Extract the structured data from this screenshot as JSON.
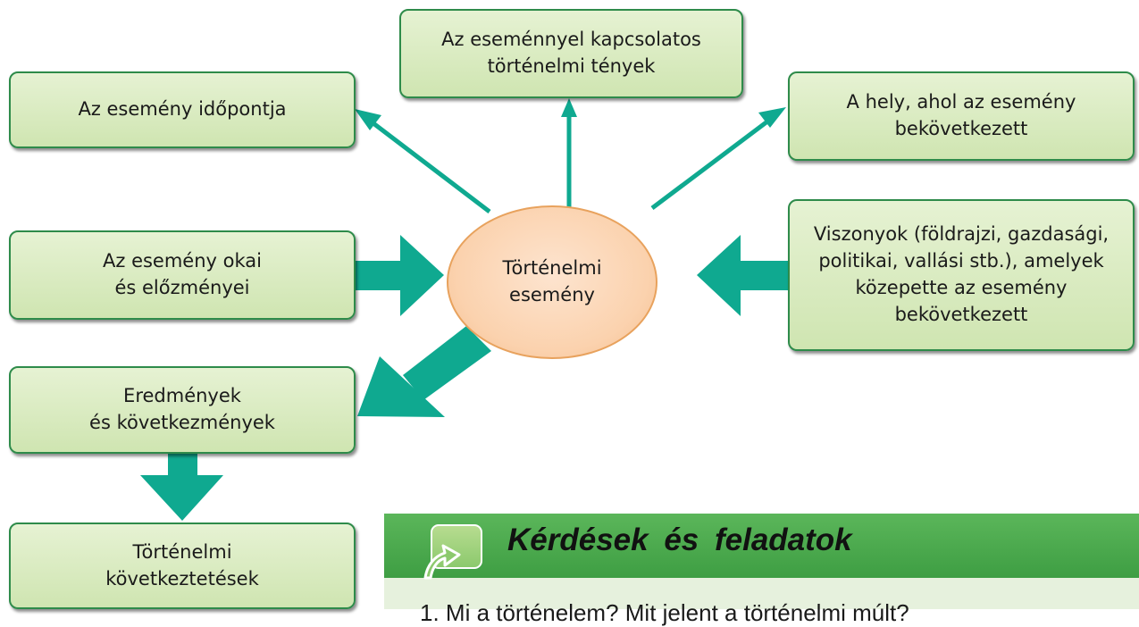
{
  "diagram": {
    "center": {
      "label": "Történelmi\nesemény"
    },
    "nodes": {
      "date": {
        "label": "Az esemény időpontja"
      },
      "facts": {
        "label": "Az eseménnyel kapcsolatos\ntörténelmi tények"
      },
      "place": {
        "label": "A hely, ahol az esemény\nbekövetkezett"
      },
      "causes": {
        "label": "Az esemény okai\nés előzményei"
      },
      "conditions": {
        "label": "Viszonyok (földrajzi, gazdasági,\npolitikai, vallási stb.), amelyek\nközepette az esemény\nbekövetkezett"
      },
      "results": {
        "label": "Eredmények\nés következmények"
      },
      "conclusions": {
        "label": "Történelmi\nkövetkeztetések"
      }
    },
    "colors": {
      "arrow": "#0fa990",
      "box_border": "#2e8b4a",
      "box_fill": "#d7ebbe",
      "ellipse_fill": "#fbd2ae",
      "ellipse_border": "#e8a25d"
    }
  },
  "questions_panel": {
    "title": "Kérdések és feladatok",
    "icon": "arrow-pencil-icon",
    "header_color": "#4aaa4b",
    "first_question_partial": "1.    Mi a történelem? Mit jelent a történelmi múlt?"
  }
}
